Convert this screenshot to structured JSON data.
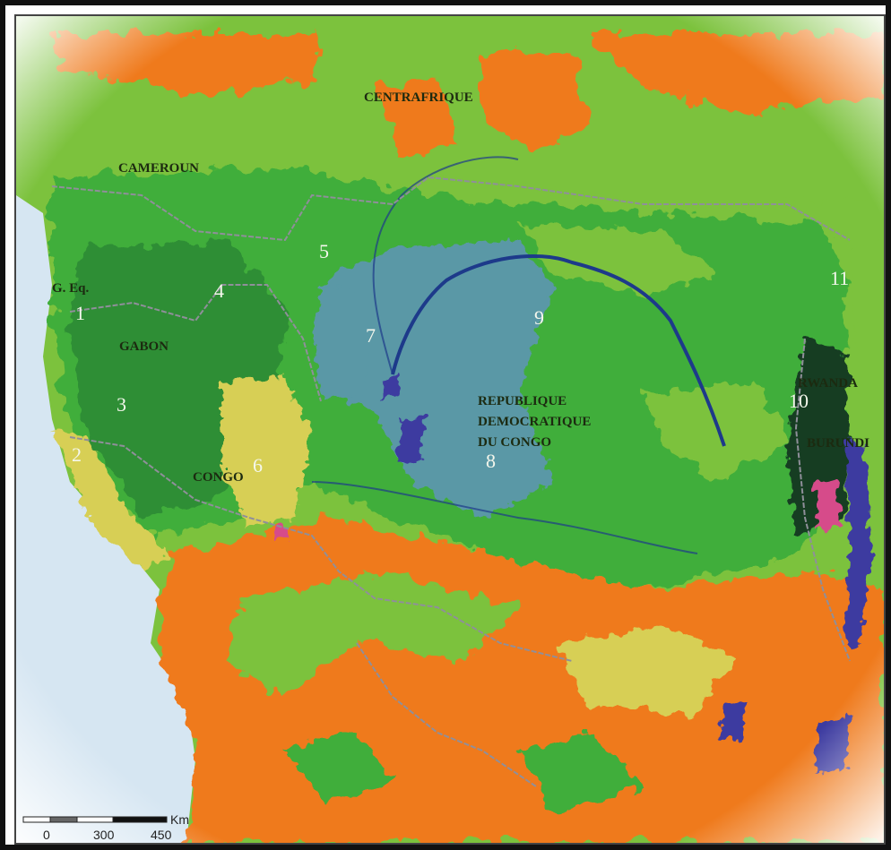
{
  "colors": {
    "ocean": "#d6e6f2",
    "rainforest": "#3fae3a",
    "forest_dark": "#2f8e35",
    "mosaic_green": "#7cc23d",
    "savanna_orange": "#ef7a1e",
    "savanna_yellow": "#d7cf55",
    "swamp_blue": "#5a98a6",
    "river_blue": "#1d3a8a",
    "lake": "#3e3aa0",
    "highland_dark": "#123d22",
    "pink": "#d64b8a",
    "border": "#8f8f9a"
  },
  "countries": [
    {
      "id": "centrafrique",
      "text": "CENTRAFRIQUE"
    },
    {
      "id": "cameroun",
      "text": "CAMEROUN"
    },
    {
      "id": "g-eq",
      "text": "G. Eq."
    },
    {
      "id": "gabon",
      "text": "GABON"
    },
    {
      "id": "congo",
      "text": "CONGO"
    },
    {
      "id": "rdc-1",
      "text": "REPUBLIQUE"
    },
    {
      "id": "rdc-2",
      "text": "DEMOCRATIQUE"
    },
    {
      "id": "rdc-3",
      "text": "DU CONGO"
    },
    {
      "id": "rwanda",
      "text": "RWANDA"
    },
    {
      "id": "burundi",
      "text": "BURUNDI"
    }
  ],
  "zones": [
    {
      "id": "1",
      "text": "1"
    },
    {
      "id": "2",
      "text": "2"
    },
    {
      "id": "3",
      "text": "3"
    },
    {
      "id": "4",
      "text": "4"
    },
    {
      "id": "5",
      "text": "5"
    },
    {
      "id": "6",
      "text": "6"
    },
    {
      "id": "7",
      "text": "7"
    },
    {
      "id": "8",
      "text": "8"
    },
    {
      "id": "9",
      "text": "9"
    },
    {
      "id": "10",
      "text": "10"
    },
    {
      "id": "11",
      "text": "11"
    }
  ],
  "scale": {
    "unit": "Km",
    "ticks": [
      "0",
      "300",
      "450"
    ]
  }
}
